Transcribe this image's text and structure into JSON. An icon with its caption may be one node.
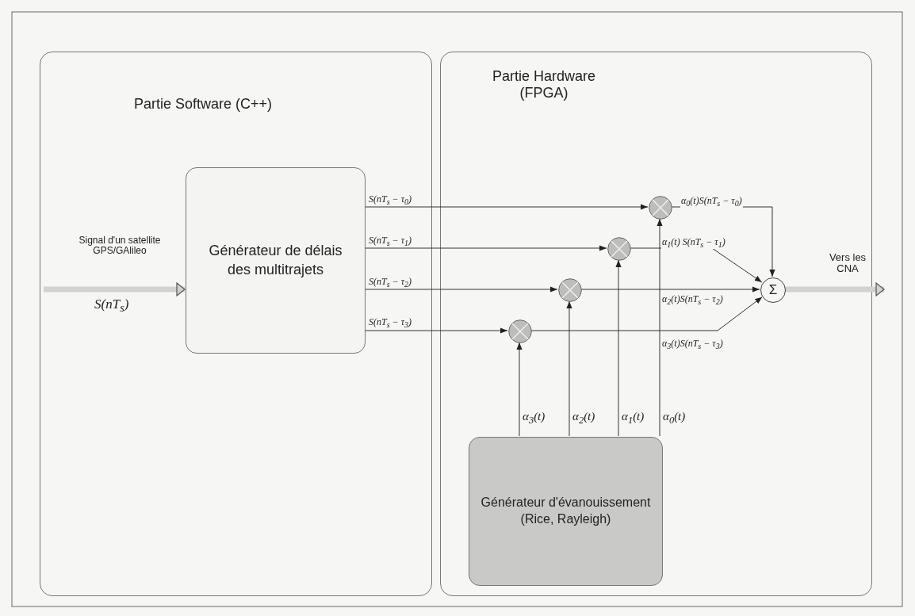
{
  "diagram": {
    "nodes": [
      {
        "text": [
          "Partie Software (C++)"
        ]
      },
      {
        "text": [
          "Partie Hardware (FPGA)"
        ]
      },
      {
        "text": [
          "Générateur de délais des multitrajets"
        ],
        "in": 0
      },
      {
        "text": [
          "Générateur d'évanouissement (Rice, Rayleigh)"
        ],
        "in": 1
      },
      {
        "text": [],
        "shape": "circle",
        "in": 1
      },
      {
        "text": [],
        "shape": "circle",
        "in": 1
      },
      {
        "text": [],
        "shape": "circle",
        "in": 1
      },
      {
        "text": [],
        "shape": "circle",
        "in": 1
      },
      {
        "text": [
          "Σ"
        ],
        "in": 1
      }
    ],
    "edges": [
      {
        "from": null,
        "to": 2,
        "arrow": "to",
        "label": "Signal d'un satellite GPS/GAlileo",
        "style": "thick",
        "color": "#d2d2d0"
      },
      {
        "from": 2,
        "to": 7,
        "arrow": "to",
        "label": "S(nT$_{s}$ − τ$_{0}$)"
      },
      {
        "from": 2,
        "to": 6,
        "arrow": "to",
        "label": "S(nT$_{s}$ − τ$_{1}$)"
      },
      {
        "from": 2,
        "to": 5,
        "arrow": "to",
        "label": "S(nT$_{s}$ − τ$_{2}$)"
      },
      {
        "from": 2,
        "to": 4,
        "arrow": "to",
        "label": "S(nT$_{s}$ − τ$_{3}$)"
      },
      {
        "from": 3,
        "to": 4,
        "arrow": "to",
        "label": "α$_{3}$(t)"
      },
      {
        "from": 3,
        "to": 5,
        "arrow": "to",
        "label": "α$_{2}$(t)"
      },
      {
        "from": 3,
        "to": 6,
        "arrow": "to",
        "label": "α$_{1}$(t)"
      },
      {
        "from": 3,
        "to": 7,
        "arrow": "to",
        "label": "α$_{0}$(t)"
      },
      {
        "from": 7,
        "to": 8,
        "arrow": "to",
        "label": "α$_{0}$(t)S(nT$_{s}$ − τ$_{0}$)"
      },
      {
        "from": 6,
        "to": 8,
        "arrow": "to",
        "label": "α$_{1}$(t) S(nT$_{s}$ − τ$_{1}$)"
      },
      {
        "from": 5,
        "to": 8,
        "arrow": "to",
        "label": "α$_{2}$(t)S(nT$_{s}$ − τ$_{2}$)"
      },
      {
        "from": 4,
        "to": 8,
        "arrow": "to",
        "label": "α$_{3}$(t)S(nT$_{s}$ − τ$_{3}$)"
      },
      {
        "from": 8,
        "to": null,
        "arrow": "to",
        "label": "Vers les CNA",
        "style": "thick",
        "color": "#d2d2d0"
      }
    ],
    "labels": [
      "S(nT$_{s}$)"
    ]
  }
}
